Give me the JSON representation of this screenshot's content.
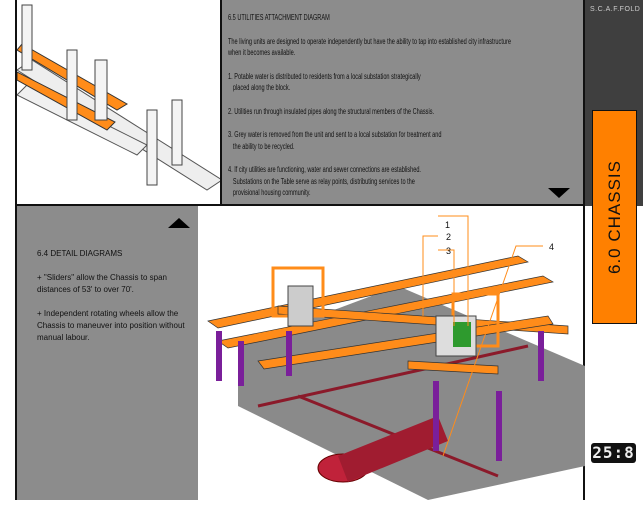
{
  "brand": "S.C.A.F.FOLD",
  "section_tab": "6.0 CHASSIS",
  "page_number": "25:8",
  "utilities": {
    "title": "6.5 UTILITIES ATTACHMENT DIAGRAM",
    "intro_1": "The living units are designed to operate independently but have the ability to tap into established city infrastructure",
    "intro_2": "when it becomes available.",
    "p1a": "1. Potable water is distributed to residents from a local substation strategically",
    "p1b": "placed along the block.",
    "p2": "2. Utilities run through insulated pipes along the structural members of the Chassis.",
    "p3a": "3. Grey water is removed from the unit and sent to a local substation for treatment and",
    "p3b": "the ability to be recycled.",
    "p4a": "4. If city utilities are functioning, water and sewer connections are established.",
    "p4b": "Substations on the Table serve as relay points, distributing services to the",
    "p4c": "provisional housing community."
  },
  "details": {
    "title": "6.4 DETAIL DIAGRAMS",
    "b1": "+ \"Sliders\" allow the Chassis to span distances of 53' to over 70'.",
    "b2": "+ Independent rotating wheels allow the Chassis to maneuver into position without manual labour."
  },
  "callouts": [
    "1",
    "2",
    "3",
    "4"
  ],
  "colors": {
    "accent": "#ff8000",
    "panel": "#8c8c8c",
    "dark": "#3f3f3f"
  }
}
